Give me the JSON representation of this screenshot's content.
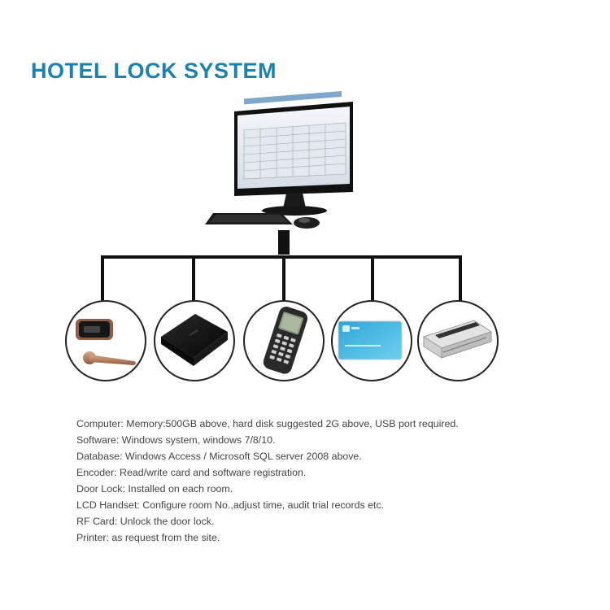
{
  "title": "HOTEL LOCK SYSTEM",
  "colors": {
    "title": "#1c82ad",
    "connector": "#111111",
    "circle_border": "#222222",
    "spec_text": "#444444"
  },
  "hub": {
    "device": "computer-with-monitor-keyboard-mouse"
  },
  "devices": [
    {
      "id": "door-lock",
      "icon": "door-lock-icon"
    },
    {
      "id": "encoder",
      "icon": "encoder-icon"
    },
    {
      "id": "lcd-handset",
      "icon": "lcd-handset-icon"
    },
    {
      "id": "rf-card",
      "icon": "rf-card-icon"
    },
    {
      "id": "printer",
      "icon": "printer-icon"
    }
  ],
  "specs": [
    "Computer: Memory:500GB above, hard disk suggested 2G above, USB port required.",
    "Software: Windows system, windows 7/8/10.",
    "Database: Windows Access / Microsoft SQL server 2008 above.",
    "Encoder: Read/write card and software registration.",
    "Door Lock: Installed on each room.",
    "LCD Handset: Configure room  No.,adjust time, audit trial records etc.",
    "RF Card: Unlock the door lock.",
    "Printer: as request  from the site."
  ]
}
